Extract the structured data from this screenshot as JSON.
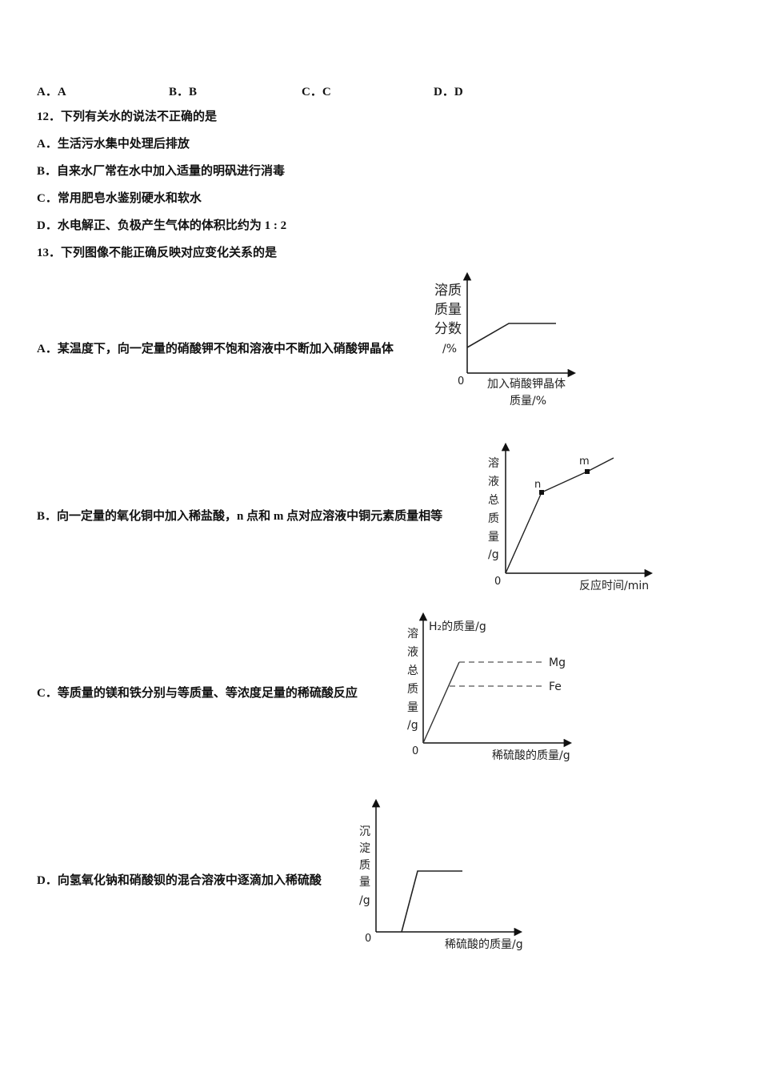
{
  "q11_options": [
    {
      "key": "A．",
      "value": "A"
    },
    {
      "key": "B．",
      "value": "B"
    },
    {
      "key": "C．",
      "value": "C"
    },
    {
      "key": "D．",
      "value": "D"
    }
  ],
  "q12": {
    "stem": "12．下列有关水的说法不正确的是",
    "options": [
      "A．生活污水集中处理后排放",
      "B．自来水厂常在水中加入适量的明矾进行消毒",
      "C．常用肥皂水鉴别硬水和软水",
      "D．水电解正、负极产生气体的体积比约为 1 : 2"
    ]
  },
  "q13": {
    "stem": "13．下列图像不能正确反映对应变化关系的是",
    "options": [
      "A．某温度下，向一定量的硝酸钾不饱和溶液中不断加入硝酸钾晶体",
      "B．向一定量的氧化铜中加入稀盐酸，n 点和 m 点对应溶液中铜元素质量相等",
      "C．等质量的镁和铁分别与等质量、等浓度足量的稀硫酸反应",
      "D．向氢氧化钠和硝酸钡的混合溶液中逐滴加入稀硫酸"
    ]
  },
  "chart_data": [
    {
      "type": "line",
      "title": "A",
      "ylabel": [
        "溶质",
        "质量",
        "分数",
        "/%"
      ],
      "xlabel": [
        "加入硝酸钾晶体",
        "质量/%"
      ],
      "origin_label": "0",
      "series": [
        {
          "name": "溶质质量分数",
          "points": [
            [
              0,
              0.32
            ],
            [
              0.4,
              0.57
            ],
            [
              0.85,
              0.57
            ]
          ]
        }
      ],
      "note": "starts above zero, rises linearly then plateaus"
    },
    {
      "type": "line",
      "title": "B",
      "ylabel": [
        "溶",
        "液",
        "总",
        "质",
        "量",
        "/g"
      ],
      "xlabel": "反应时间/min",
      "origin_label": "0",
      "series": [
        {
          "name": "溶液总质量",
          "points": [
            [
              0,
              0
            ],
            [
              0.25,
              0.62
            ],
            [
              0.57,
              0.78
            ],
            [
              0.75,
              0.88
            ]
          ]
        }
      ],
      "annotations": [
        {
          "label": "n",
          "x": 0.25,
          "y": 0.62
        },
        {
          "label": "m",
          "x": 0.57,
          "y": 0.78
        }
      ]
    },
    {
      "type": "line",
      "title": "C",
      "ylabel": [
        "溶",
        "液",
        "总",
        "质",
        "量",
        "/g"
      ],
      "ylabel_top": "H₂的质量/g",
      "xlabel": "稀硫酸的质量/g",
      "origin_label": "0",
      "series": [
        {
          "name": "Mg",
          "points": [
            [
              0,
              0
            ],
            [
              0.24,
              0.62
            ],
            [
              0.8,
              0.62
            ]
          ],
          "style": "solid-then-dashed"
        },
        {
          "name": "Fe",
          "points": [
            [
              0,
              0
            ],
            [
              0.17,
              0.44
            ],
            [
              0.8,
              0.44
            ]
          ],
          "style": "solid-then-dashed"
        }
      ],
      "legend": [
        "Mg",
        "Fe"
      ]
    },
    {
      "type": "line",
      "title": "D",
      "ylabel": [
        "沉",
        "淀",
        "质",
        "量",
        "/g"
      ],
      "xlabel": "稀硫酸的质量/g",
      "origin_label": "0",
      "series": [
        {
          "name": "沉淀质量",
          "points": [
            [
              0.18,
              0
            ],
            [
              0.29,
              0.46
            ],
            [
              0.6,
              0.46
            ]
          ]
        }
      ],
      "note": "precipitate starts after some acid added"
    }
  ]
}
